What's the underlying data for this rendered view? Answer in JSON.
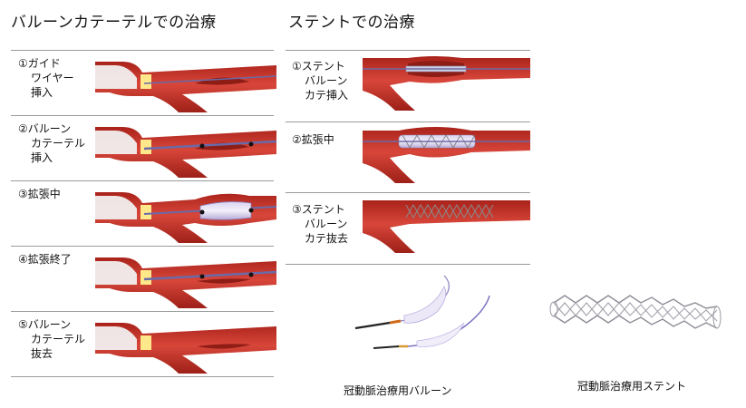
{
  "left": {
    "title": "バルーンカテーテルでの治療",
    "steps": [
      {
        "num": "①",
        "lines": [
          "ガイド",
          "ワイヤー",
          "挿入"
        ]
      },
      {
        "num": "②",
        "lines": [
          "バルーン",
          "カテーテル",
          "挿入"
        ]
      },
      {
        "num": "③",
        "lines": [
          "拡張中"
        ]
      },
      {
        "num": "④",
        "lines": [
          "拡張終了"
        ]
      },
      {
        "num": "⑤",
        "lines": [
          "バルーン",
          "カテーテル",
          "抜去"
        ]
      }
    ]
  },
  "right": {
    "title": "ステントでの治療",
    "steps": [
      {
        "num": "①",
        "lines": [
          "ステント",
          "バルーン",
          "カテ挿入"
        ]
      },
      {
        "num": "②",
        "lines": [
          "拡張中"
        ]
      },
      {
        "num": "③",
        "lines": [
          "ステント",
          "バルーン",
          "カテ抜去"
        ]
      }
    ]
  },
  "captions": {
    "balloon": "冠動脈治療用バルーン",
    "stent": "冠動脈治療用ステント"
  },
  "colors": {
    "vessel": "#c8291f",
    "vessel_dark": "#a0231a",
    "plaque": "#8e1d16",
    "catheter": "#ffe88a",
    "wire": "#6a6aa8",
    "rule": "#9a9a9a"
  }
}
